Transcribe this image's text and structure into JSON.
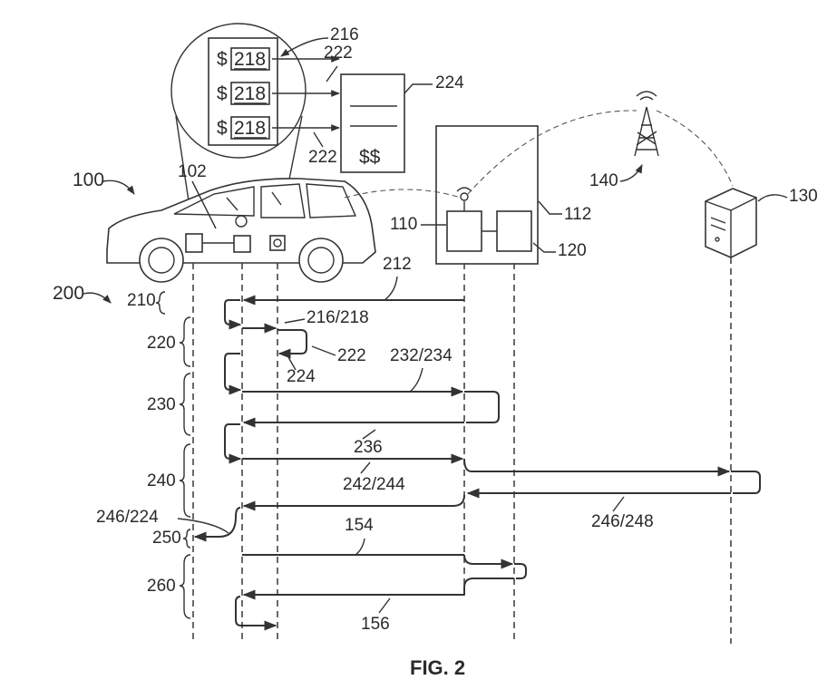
{
  "figure": {
    "caption": "FIG. 2"
  },
  "references": {
    "vehicle": "100",
    "vehicle_component_102": "102",
    "station_module": "110",
    "station_housing": "112",
    "station_unit": "120",
    "server": "130",
    "tower": "140",
    "signal_154": "154",
    "signal_156": "156",
    "process": "200",
    "step_210": "210",
    "signal_212": "212",
    "price_display": "216",
    "price_value": "218",
    "price_signal": "216/218",
    "link_222_top": "222",
    "link_222_mid": "222",
    "link_222_low": "222",
    "receipt": "224",
    "receipt_low": "224",
    "step_220": "220",
    "step_230": "230",
    "signal_232_234": "232/234",
    "signal_236": "236",
    "step_240": "240",
    "signal_242_244": "242/244",
    "signal_246_224": "246/224",
    "signal_246_248": "246/248",
    "step_250": "250",
    "step_260": "260"
  },
  "display_panel": {
    "rows": [
      {
        "symbol": "$",
        "value": "218"
      },
      {
        "symbol": "$",
        "value": "218"
      },
      {
        "symbol": "$",
        "value": "218"
      }
    ],
    "receipt_total": "$$"
  },
  "colors": {
    "ink": "#333333",
    "paper": "#ffffff"
  }
}
